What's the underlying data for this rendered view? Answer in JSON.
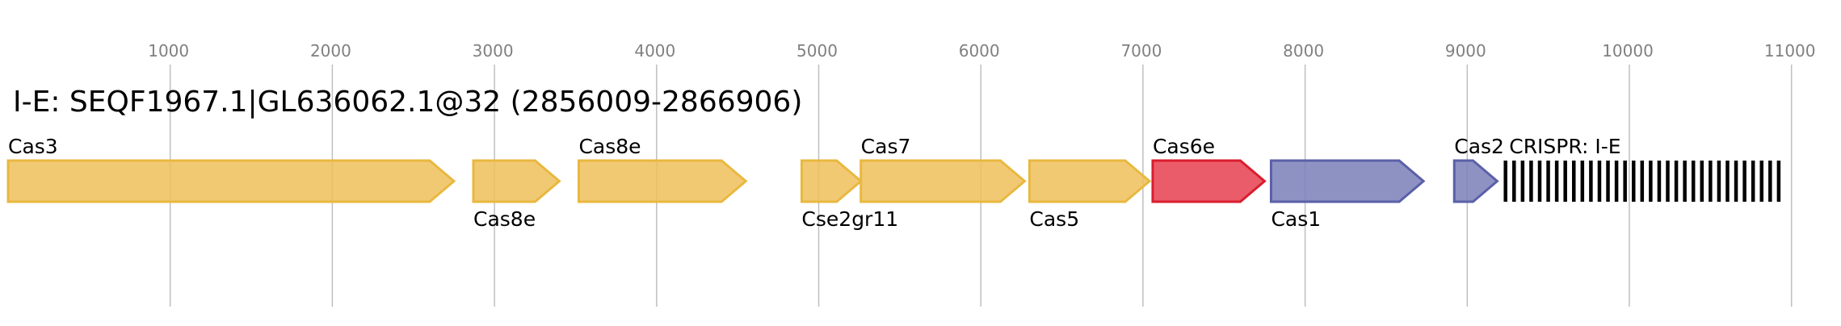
{
  "title": "I-E: SEQF1967.1|GL636062.1@32 (2856009-2866906)",
  "axis": {
    "ticks": [
      "1000",
      "2000",
      "3000",
      "4000",
      "5000",
      "6000",
      "7000",
      "8000",
      "9000",
      "10000",
      "11000"
    ],
    "tick_values": [
      1000,
      2000,
      3000,
      4000,
      5000,
      6000,
      7000,
      8000,
      9000,
      10000,
      11000
    ],
    "grid": true,
    "range": [
      0,
      11000
    ]
  },
  "colors": {
    "tick_line": "#bfbfbf",
    "tick_text": "#808080",
    "title": "#000000",
    "label": "#000000"
  },
  "genes": [
    {
      "label": "Cas3",
      "start": 0,
      "end": 2750,
      "strand": "+",
      "label_pos": "above",
      "fill": "#f0c05a",
      "stroke": "#e8b840"
    },
    {
      "label": "Cas8e",
      "start": 2870,
      "end": 3400,
      "strand": "+",
      "label_pos": "below",
      "fill": "#f0c05a",
      "stroke": "#e8b840"
    },
    {
      "label": "Cas8e",
      "start": 3520,
      "end": 4550,
      "strand": "+",
      "label_pos": "above",
      "fill": "#f0c05a",
      "stroke": "#e8b840"
    },
    {
      "label": "Cse2gr11",
      "start": 4895,
      "end": 5260,
      "strand": "+",
      "label_pos": "below",
      "fill": "#f0c05a",
      "stroke": "#e8b840"
    },
    {
      "label": "Cas7",
      "start": 5260,
      "end": 6270,
      "strand": "+",
      "label_pos": "above",
      "fill": "#f0c05a",
      "stroke": "#e8b840"
    },
    {
      "label": "Cas5",
      "start": 6300,
      "end": 7040,
      "strand": "+",
      "label_pos": "below",
      "fill": "#f0c05a",
      "stroke": "#e8b840"
    },
    {
      "label": "Cas6e",
      "start": 7060,
      "end": 7750,
      "strand": "+",
      "label_pos": "above",
      "fill": "#e84050",
      "stroke": "#d81e2e"
    },
    {
      "label": "Cas1",
      "start": 7790,
      "end": 8730,
      "strand": "+",
      "label_pos": "below",
      "fill": "#7a7fb8",
      "stroke": "#5a60a8"
    },
    {
      "label": "Cas2",
      "start": 8920,
      "end": 9185,
      "strand": "+",
      "label_pos": "above",
      "fill": "#7a7fb8",
      "stroke": "#5a60a8"
    }
  ],
  "crispr": {
    "label": "CRISPR: I-E",
    "start": 9235,
    "end": 10920,
    "repeat_count": 33,
    "color": "#000000"
  }
}
